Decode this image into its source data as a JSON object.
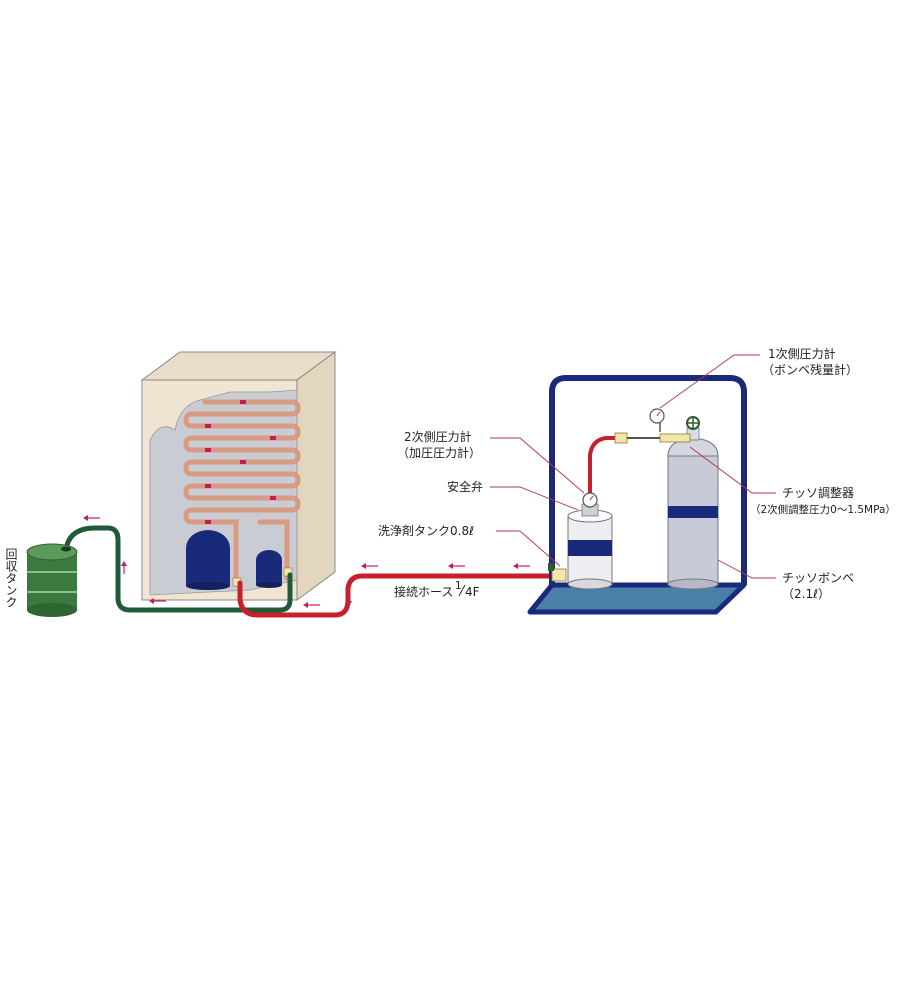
{
  "labels": {
    "primary_gauge": "1次側圧力計",
    "primary_gauge_sub": "（ボンベ残量計）",
    "secondary_gauge": "2次側圧力計",
    "secondary_gauge_sub": "（加圧圧力計）",
    "safety_valve": "安全弁",
    "detergent_tank": "洗浄剤タンク0.8ℓ",
    "nitrogen_regulator": "チッソ調整器",
    "nitrogen_regulator_sub": "（2次側調整圧力0～1.5MPa）",
    "nitrogen_cylinder": "チッソボンベ",
    "nitrogen_cylinder_sub": "（2.1ℓ）",
    "hose": "接続ホース",
    "hose_size_num": "1",
    "hose_size_den": "4F",
    "recovery_tank": "回収タンク"
  },
  "colors": {
    "supply_hose": "#c8202a",
    "return_hose": "#1f5a3a",
    "frame": "#1a2a7a",
    "flow_arrow": "#c41e5a"
  }
}
